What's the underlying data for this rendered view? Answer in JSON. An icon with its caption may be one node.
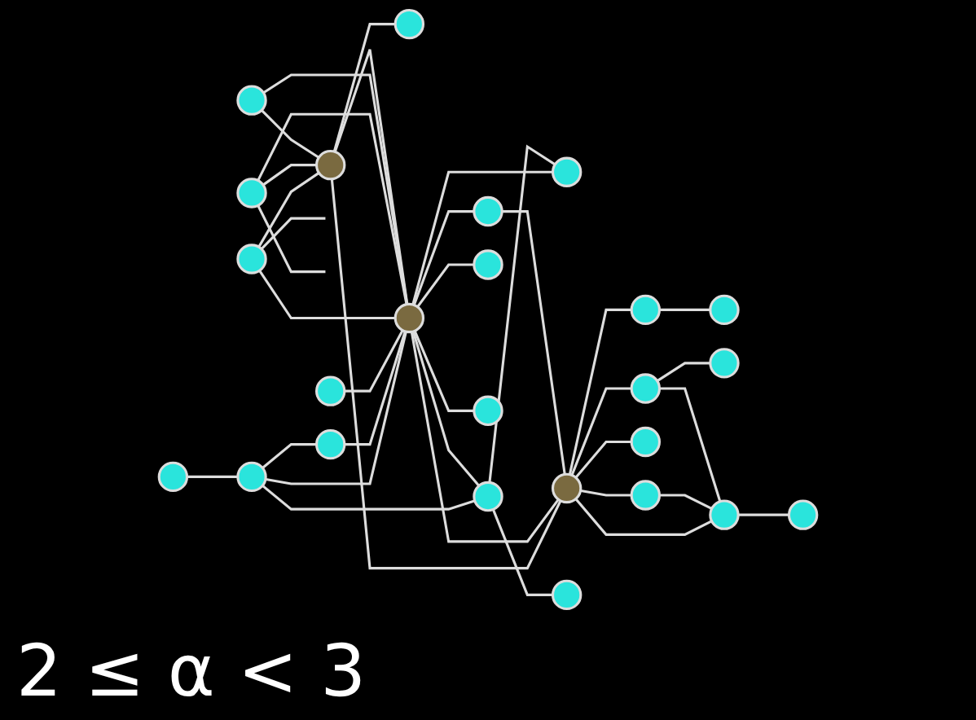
{
  "diagram": {
    "nodes": [
      {
        "text": [],
        "shape": "circle"
      },
      {
        "text": [],
        "shape": "circle"
      },
      {
        "text": [],
        "shape": "circle"
      },
      {
        "text": [],
        "shape": "circle"
      },
      {
        "text": [],
        "shape": "circle"
      },
      {
        "text": [],
        "shape": "circle"
      },
      {
        "text": [],
        "shape": "circle"
      },
      {
        "text": [],
        "shape": "circle"
      },
      {
        "text": [],
        "shape": "circle"
      },
      {
        "text": [],
        "shape": "circle"
      },
      {
        "text": [],
        "shape": "circle"
      },
      {
        "text": [],
        "shape": "circle"
      },
      {
        "text": [],
        "shape": "circle"
      },
      {
        "text": [],
        "shape": "circle"
      },
      {
        "text": [],
        "shape": "circle"
      },
      {
        "text": [],
        "shape": "circle"
      },
      {
        "text": [],
        "shape": "circle"
      },
      {
        "text": [],
        "shape": "circle"
      },
      {
        "text": [],
        "shape": "circle"
      },
      {
        "text": [],
        "shape": "circle"
      },
      {
        "text": [],
        "shape": "circle"
      },
      {
        "text": [],
        "shape": "circle"
      },
      {
        "text": [],
        "shape": "circle"
      },
      {
        "text": [],
        "shape": "circle"
      },
      {
        "text": [],
        "shape": "circle"
      }
    ],
    "edges": [
      {
        "from": 1,
        "to": null,
        "arrow": "none"
      },
      {
        "from": 2,
        "to": null,
        "arrow": "none"
      },
      {
        "from": 3,
        "to": 5,
        "arrow": "none"
      },
      {
        "from": 5,
        "to": 6,
        "arrow": "none"
      },
      {
        "from": 5,
        "to": 10,
        "arrow": "none"
      },
      {
        "from": 5,
        "to": 12,
        "arrow": "none"
      },
      {
        "from": 6,
        "to": 10,
        "arrow": "none"
      },
      {
        "from": 0,
        "to": 10,
        "arrow": "none"
      },
      {
        "from": 1,
        "to": 10,
        "arrow": "none"
      },
      {
        "from": 1,
        "to": 8,
        "arrow": "none"
      },
      {
        "from": 2,
        "to": 10,
        "arrow": "none"
      },
      {
        "from": 2,
        "to": 8,
        "arrow": "none"
      },
      {
        "from": 7,
        "to": 10,
        "arrow": "none"
      },
      {
        "from": 7,
        "to": 8,
        "arrow": "none"
      },
      {
        "from": 8,
        "to": 10,
        "arrow": "none"
      },
      {
        "from": 8,
        "to": 4,
        "arrow": "none"
      },
      {
        "from": 8,
        "to": 15,
        "arrow": "none"
      },
      {
        "from": 10,
        "to": 12,
        "arrow": "none"
      },
      {
        "from": 10,
        "to": 13,
        "arrow": "none"
      },
      {
        "from": 12,
        "to": 13,
        "arrow": "none"
      },
      {
        "from": 12,
        "to": 16,
        "arrow": "none"
      },
      {
        "from": 10,
        "to": 18,
        "arrow": "none"
      },
      {
        "from": 10,
        "to": 17,
        "arrow": "none"
      },
      {
        "from": 10,
        "to": 14,
        "arrow": "none"
      },
      {
        "from": 10,
        "to": 15,
        "arrow": "none"
      },
      {
        "from": 14,
        "to": 15,
        "arrow": "none"
      },
      {
        "from": 15,
        "to": 11,
        "arrow": "none"
      },
      {
        "from": 11,
        "to": 9,
        "arrow": "none"
      },
      {
        "from": 15,
        "to": 19,
        "arrow": "none"
      },
      {
        "from": 19,
        "to": 20,
        "arrow": "none"
      },
      {
        "from": 15,
        "to": 21,
        "arrow": "none"
      },
      {
        "from": 15,
        "to": 22,
        "arrow": "none"
      },
      {
        "from": 15,
        "to": 23,
        "arrow": "none"
      },
      {
        "from": 22,
        "to": 23,
        "arrow": "none"
      },
      {
        "from": 19,
        "to": 23,
        "arrow": "none"
      },
      {
        "from": 23,
        "to": 24,
        "arrow": "none"
      }
    ],
    "labels": [
      "2 ≤ α < 3"
    ]
  }
}
